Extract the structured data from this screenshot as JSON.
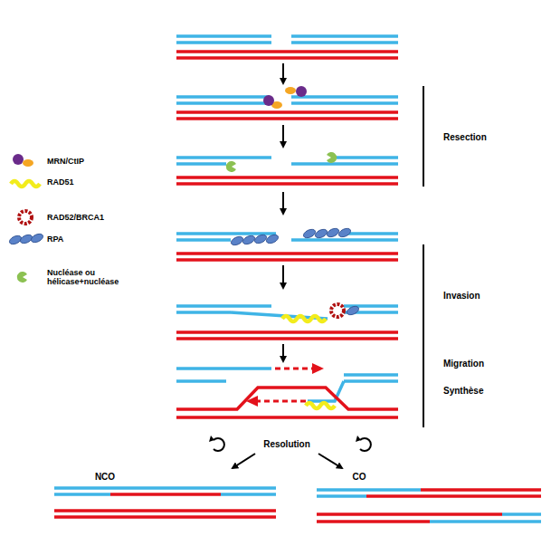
{
  "diagram": {
    "labels": [
      "Resection",
      "Invasion",
      "Migration",
      "Synthèse",
      "Resolution",
      "NCO",
      "CO"
    ],
    "legend": [
      {
        "text": "MRN/CtIP"
      },
      {
        "text": "RAD51"
      },
      {
        "text": "RAD52/BRCA1"
      },
      {
        "text": "RPA"
      },
      {
        "text": "Nucléase ou hélicase+nucléase"
      }
    ]
  }
}
